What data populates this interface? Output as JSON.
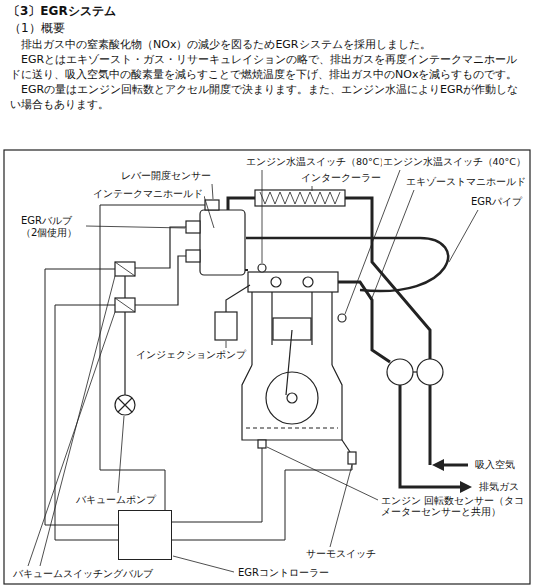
{
  "diagram": {
    "title": "〔3〕EGRシステム",
    "nodes": [
      {
        "text": [
          "EGRコントローラー"
        ]
      }
    ],
    "labels": [
      "（1）概要",
      "排出ガス中の窒素酸化物（NOx）の減少を図るためEGRシステムを採用しました。",
      "EGRとはエキゾースト・ガス・リサーキュレイションの略で、排出ガスを再度インテークマニホールドに送り、吸入空気中の酸素量を減らすことで燃焼温度を下げ、排出ガス中のNOxを減らすものです。",
      "EGRの量はエンジン回転数とアクセル開度で決まります。また、エンジン水温によりEGRが作動しない場合もあります。",
      "レバー開度センサー",
      "インテークマニホールド",
      "エンジン水温スイッチ（80°C）",
      "エンジン水温スイッチ（40°C）",
      "インタークーラー",
      "EGRパイプ",
      "EGRバルブ（2個使用）",
      "エキゾーストマニホールド",
      "インジェクションポンプ",
      "吸入空気",
      "排気ガス",
      "バキュームポンプ",
      "エンジン 回転数センサー（タコメーターセンサーと共用）",
      "サーモスイッチ",
      "バキュームスイッチングバルブ"
    ]
  }
}
